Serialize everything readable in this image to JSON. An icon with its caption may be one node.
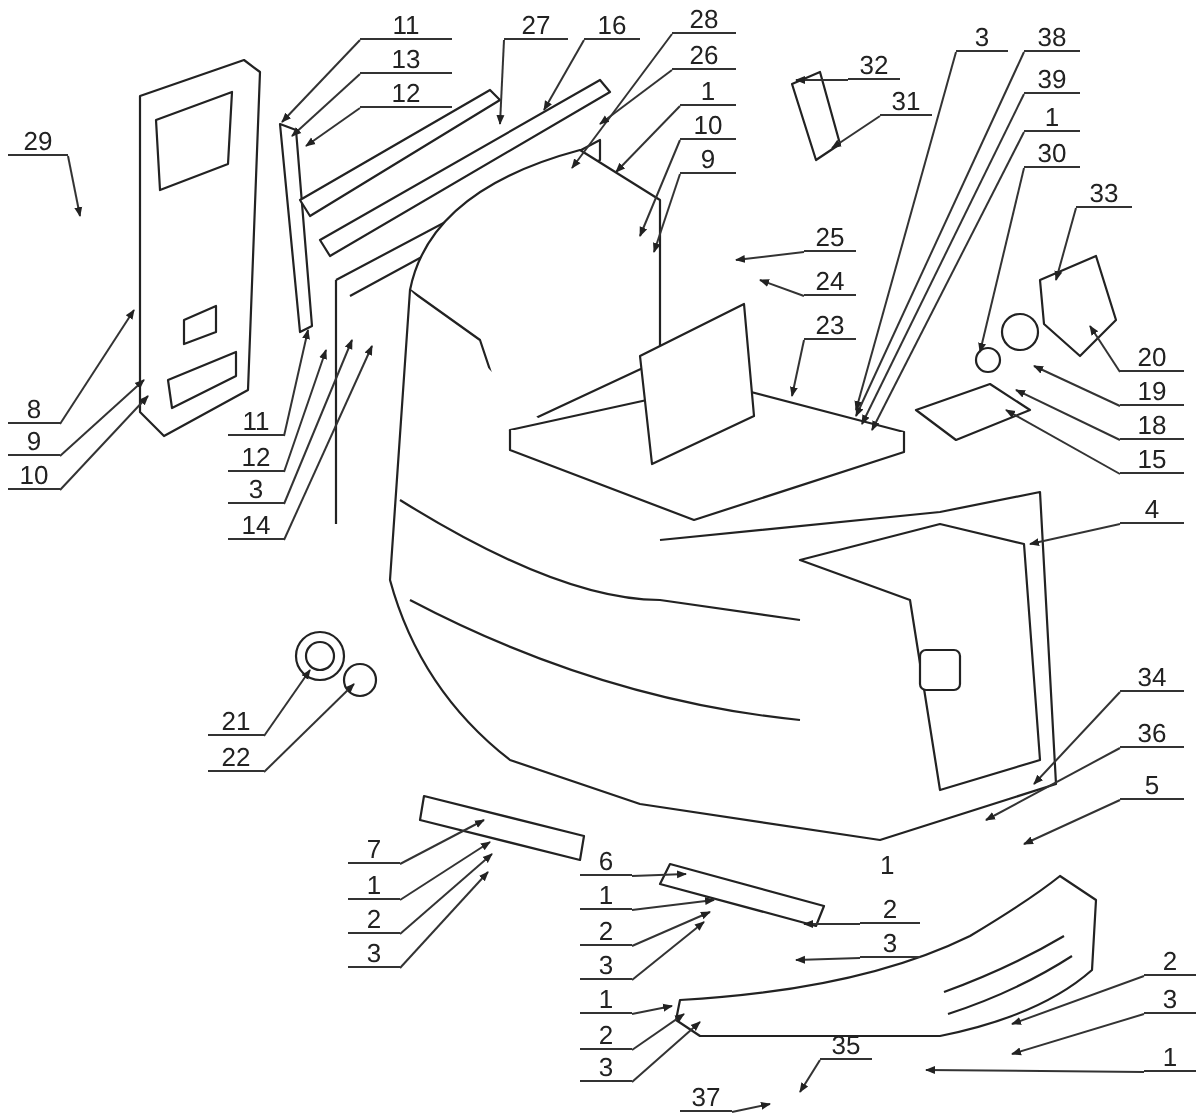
{
  "diagram": {
    "nodes": [
      {
        "text": [
          "11"
        ]
      },
      {
        "text": [
          "13"
        ]
      },
      {
        "text": [
          "12"
        ]
      },
      {
        "text": [
          "27"
        ]
      },
      {
        "text": [
          "16"
        ]
      },
      {
        "text": [
          "28"
        ]
      },
      {
        "text": [
          "26"
        ]
      },
      {
        "text": [
          "1"
        ]
      },
      {
        "text": [
          "10"
        ]
      },
      {
        "text": [
          "9"
        ]
      },
      {
        "text": [
          "29"
        ]
      },
      {
        "text": [
          "32"
        ]
      },
      {
        "text": [
          "31"
        ]
      },
      {
        "text": [
          "25"
        ]
      },
      {
        "text": [
          "24"
        ]
      },
      {
        "text": [
          "23"
        ]
      },
      {
        "text": [
          "3"
        ]
      },
      {
        "text": [
          "38"
        ]
      },
      {
        "text": [
          "39"
        ]
      },
      {
        "text": [
          "1"
        ]
      },
      {
        "text": [
          "30"
        ]
      },
      {
        "text": [
          "33"
        ]
      },
      {
        "text": [
          "8"
        ]
      },
      {
        "text": [
          "9"
        ]
      },
      {
        "text": [
          "10"
        ]
      },
      {
        "text": [
          "11"
        ]
      },
      {
        "text": [
          "12"
        ]
      },
      {
        "text": [
          "3"
        ]
      },
      {
        "text": [
          "14"
        ]
      },
      {
        "text": [
          "20"
        ]
      },
      {
        "text": [
          "19"
        ]
      },
      {
        "text": [
          "18"
        ]
      },
      {
        "text": [
          "15"
        ]
      },
      {
        "text": [
          "4"
        ]
      },
      {
        "text": [
          "21"
        ]
      },
      {
        "text": [
          "22"
        ]
      },
      {
        "text": [
          "7"
        ]
      },
      {
        "text": [
          "1"
        ]
      },
      {
        "text": [
          "2"
        ]
      },
      {
        "text": [
          "3"
        ]
      },
      {
        "text": [
          "6"
        ]
      },
      {
        "text": [
          "1"
        ]
      },
      {
        "text": [
          "2"
        ]
      },
      {
        "text": [
          "3"
        ]
      },
      {
        "text": [
          "1"
        ]
      },
      {
        "text": [
          "2"
        ]
      },
      {
        "text": [
          "3"
        ]
      },
      {
        "text": [
          "37"
        ]
      },
      {
        "text": [
          "35"
        ]
      },
      {
        "text": [
          "2"
        ]
      },
      {
        "text": [
          "3"
        ]
      },
      {
        "text": [
          "34"
        ]
      },
      {
        "text": [
          "36"
        ]
      },
      {
        "text": [
          "5"
        ]
      },
      {
        "text": [
          "2"
        ]
      },
      {
        "text": [
          "3"
        ]
      },
      {
        "text": [
          "1"
        ]
      }
    ],
    "edges": [
      {
        "from": 0,
        "to": null,
        "arrow": "to"
      },
      {
        "from": 1,
        "to": null,
        "arrow": "to"
      },
      {
        "from": 2,
        "to": null,
        "arrow": "to"
      },
      {
        "from": 3,
        "to": null,
        "arrow": "to"
      },
      {
        "from": 4,
        "to": null,
        "arrow": "to"
      },
      {
        "from": 5,
        "to": null,
        "arrow": "to"
      },
      {
        "from": 6,
        "to": null,
        "arrow": "to"
      },
      {
        "from": 7,
        "to": null,
        "arrow": "to"
      },
      {
        "from": 8,
        "to": null,
        "arrow": "to"
      },
      {
        "from": 9,
        "to": null,
        "arrow": "to"
      },
      {
        "from": 10,
        "to": null,
        "arrow": "to"
      },
      {
        "from": 11,
        "to": null,
        "arrow": "to"
      },
      {
        "from": 12,
        "to": null,
        "arrow": "to"
      },
      {
        "from": 13,
        "to": null,
        "arrow": "to"
      },
      {
        "from": 14,
        "to": null,
        "arrow": "to"
      },
      {
        "from": 15,
        "to": null,
        "arrow": "to"
      },
      {
        "from": 16,
        "to": null,
        "arrow": "to"
      },
      {
        "from": 17,
        "to": null,
        "arrow": "to"
      },
      {
        "from": 18,
        "to": null,
        "arrow": "to"
      },
      {
        "from": 19,
        "to": null,
        "arrow": "to"
      },
      {
        "from": 20,
        "to": null,
        "arrow": "to"
      },
      {
        "from": 21,
        "to": null,
        "arrow": "to"
      },
      {
        "from": 22,
        "to": null,
        "arrow": "to"
      },
      {
        "from": 23,
        "to": null,
        "arrow": "to"
      },
      {
        "from": 24,
        "to": null,
        "arrow": "to"
      },
      {
        "from": 25,
        "to": null,
        "arrow": "to"
      },
      {
        "from": 26,
        "to": null,
        "arrow": "to"
      },
      {
        "from": 27,
        "to": null,
        "arrow": "to"
      },
      {
        "from": 28,
        "to": null,
        "arrow": "to"
      },
      {
        "from": 29,
        "to": null,
        "arrow": "to"
      },
      {
        "from": 30,
        "to": null,
        "arrow": "to"
      },
      {
        "from": 31,
        "to": null,
        "arrow": "to"
      },
      {
        "from": 32,
        "to": null,
        "arrow": "to"
      },
      {
        "from": 33,
        "to": null,
        "arrow": "to"
      },
      {
        "from": 34,
        "to": null,
        "arrow": "to"
      },
      {
        "from": 35,
        "to": null,
        "arrow": "to"
      },
      {
        "from": 36,
        "to": null,
        "arrow": "to"
      },
      {
        "from": 37,
        "to": null,
        "arrow": "to"
      },
      {
        "from": 38,
        "to": null,
        "arrow": "to"
      },
      {
        "from": 39,
        "to": null,
        "arrow": "to"
      },
      {
        "from": 40,
        "to": null,
        "arrow": "to"
      },
      {
        "from": 41,
        "to": null,
        "arrow": "to"
      },
      {
        "from": 42,
        "to": null,
        "arrow": "to"
      },
      {
        "from": 43,
        "to": null,
        "arrow": "to"
      },
      {
        "from": 44,
        "to": null,
        "arrow": "to"
      },
      {
        "from": 45,
        "to": null,
        "arrow": "to"
      },
      {
        "from": 46,
        "to": null,
        "arrow": "to"
      },
      {
        "from": 47,
        "to": null,
        "arrow": "to"
      },
      {
        "from": 48,
        "to": null,
        "arrow": "to"
      },
      {
        "from": 49,
        "to": null,
        "arrow": "to"
      },
      {
        "from": 50,
        "to": null,
        "arrow": "to"
      },
      {
        "from": 51,
        "to": null,
        "arrow": "to"
      },
      {
        "from": 52,
        "to": null,
        "arrow": "to"
      },
      {
        "from": 53,
        "to": null,
        "arrow": "to"
      },
      {
        "from": 54,
        "to": null,
        "arrow": "to"
      },
      {
        "from": 55,
        "to": null,
        "arrow": "to"
      },
      {
        "from": 56,
        "to": null,
        "arrow": "to"
      }
    ],
    "labels": [
      "1"
    ]
  }
}
